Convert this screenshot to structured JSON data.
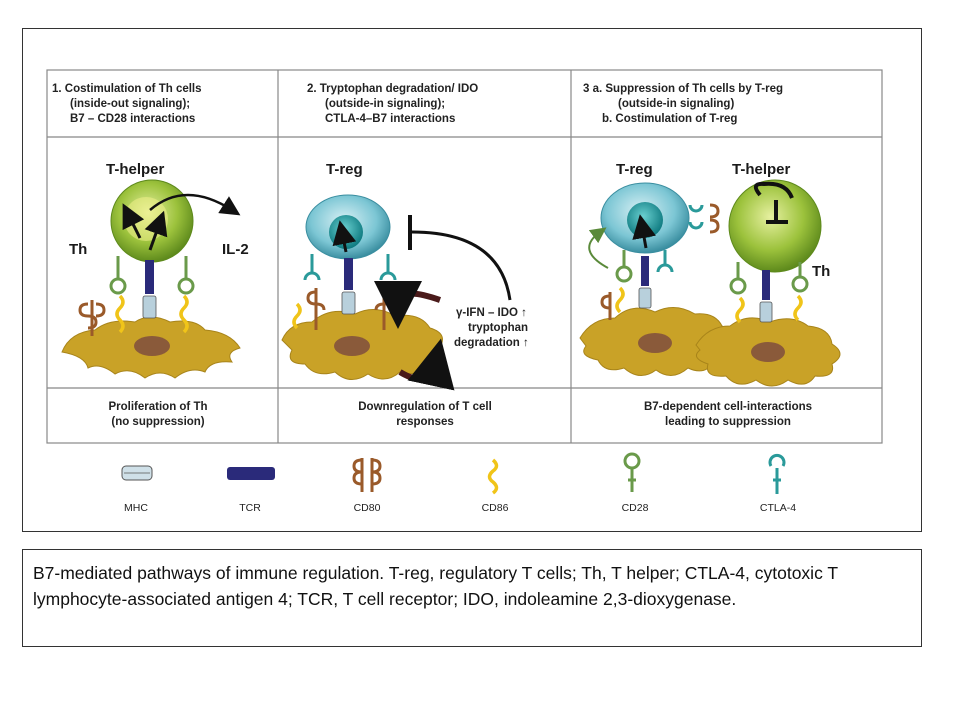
{
  "panels": [
    {
      "header": [
        "1. Costimulation of Th cells",
        "(inside-out signaling);",
        "B7 – CD28 interactions"
      ],
      "footer": [
        "Proliferation of Th",
        "(no suppression)"
      ]
    },
    {
      "header": [
        "2. Tryptophan degradation/ IDO",
        "(outside-in signaling);",
        "CTLA-4–B7 interactions"
      ],
      "footer": [
        "Downregulation of T cell",
        "responses"
      ]
    },
    {
      "header": [
        "3 a. Suppression of Th cells by T-reg",
        "(outside-in signaling)",
        "b. Costimulation of T-reg"
      ],
      "footer": [
        "B7-dependent cell-interactions",
        "leading to suppression"
      ]
    }
  ],
  "labels": {
    "t_helper_1": "T-helper",
    "th_1": "Th",
    "il2": "IL-2",
    "t_reg_2": "T-reg",
    "ifn_ido": "γ-IFN – IDO ↑",
    "tryptophan": "tryptophan",
    "degradation": "degradation ↑",
    "t_reg_3": "T-reg",
    "t_helper_3": "T-helper",
    "th_3": "Th"
  },
  "legend": [
    {
      "name": "MHC",
      "icon": "mhc-icon"
    },
    {
      "name": "TCR",
      "icon": "tcr-icon"
    },
    {
      "name": "CD80",
      "icon": "cd80-icon"
    },
    {
      "name": "CD86",
      "icon": "cd86-icon"
    },
    {
      "name": "CD28",
      "icon": "cd28-icon"
    },
    {
      "name": "CTLA-4",
      "icon": "ctla4-icon"
    }
  ],
  "colors": {
    "th_cell": "#8fb83a",
    "treg_cell": "#5fb8c8",
    "apc": "#c9a227",
    "cd86": "#f0c419",
    "cd80": "#9a5a2a",
    "cd28": "#6a9a4a",
    "ctla4": "#2a9a9a",
    "tcr": "#2a2a7a",
    "mhc": "#b8d0dc"
  },
  "caption": "B7-mediated pathways of immune regulation. T-reg, regulatory T cells; Th, T helper; CTLA-4, cytotoxic T lymphocyte-associated antigen 4; TCR, T cell receptor; IDO, indoleamine 2,3-dioxygenase."
}
